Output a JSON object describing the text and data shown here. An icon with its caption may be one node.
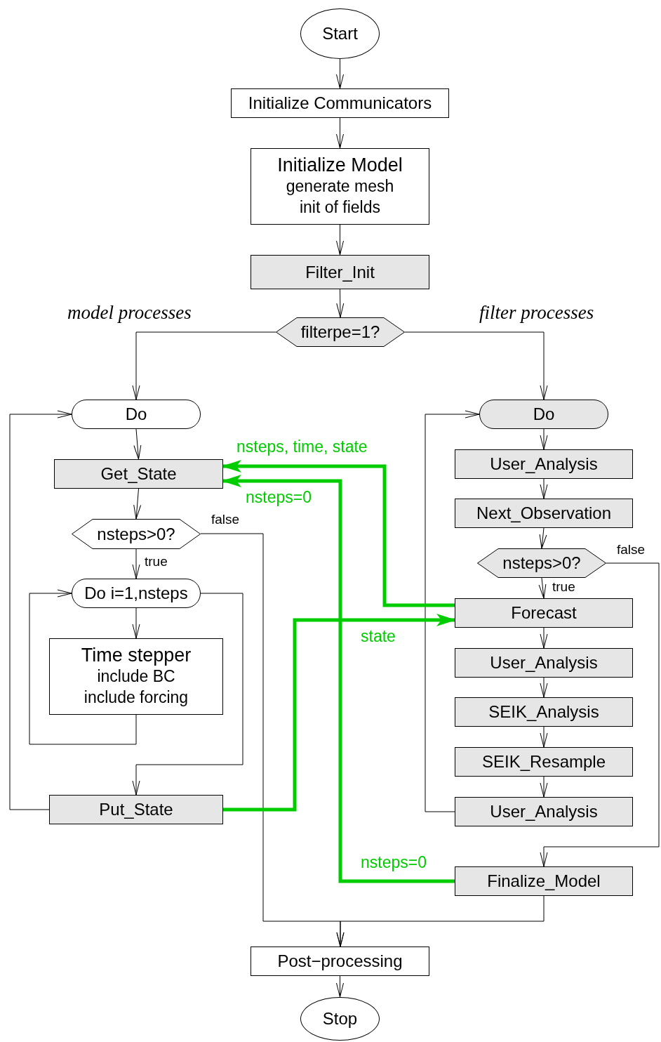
{
  "diagram": {
    "nodes": [
      {
        "text": [
          "Start"
        ]
      },
      {
        "text": [
          "Initialize Communicators"
        ]
      },
      {
        "text": [
          "Initialize Model",
          "generate mesh",
          "init of fields"
        ]
      },
      {
        "text": [
          "Filter_Init"
        ]
      },
      {
        "text": [
          "filterpe=1?"
        ]
      },
      {
        "text": [
          "Do"
        ]
      },
      {
        "text": [
          "Get_State"
        ]
      },
      {
        "text": [
          "nsteps>0?"
        ]
      },
      {
        "text": [
          "Do i=1,nsteps"
        ]
      },
      {
        "text": [
          "Time stepper",
          "include BC",
          "include forcing"
        ]
      },
      {
        "text": [
          "Put_State"
        ]
      },
      {
        "text": [
          "Do"
        ]
      },
      {
        "text": [
          "User_Analysis"
        ]
      },
      {
        "text": [
          "Next_Observation"
        ]
      },
      {
        "text": [
          "nsteps>0?"
        ]
      },
      {
        "text": [
          "Forecast"
        ]
      },
      {
        "text": [
          "User_Analysis"
        ]
      },
      {
        "text": [
          "SEIK_Analysis"
        ]
      },
      {
        "text": [
          "SEIK_Resample"
        ]
      },
      {
        "text": [
          "User_Analysis"
        ]
      },
      {
        "text": [
          "Finalize_Model"
        ]
      },
      {
        "text": [
          "Post−processing"
        ]
      },
      {
        "text": [
          "Stop"
        ]
      }
    ],
    "edges": [
      {
        "from": 0,
        "to": 1,
        "arrow": "to"
      },
      {
        "from": 1,
        "to": 2,
        "arrow": "to"
      },
      {
        "from": 2,
        "to": 3,
        "arrow": "to"
      },
      {
        "from": 3,
        "to": 4,
        "arrow": "to"
      },
      {
        "from": 4,
        "to": 5,
        "arrow": "to"
      },
      {
        "from": 4,
        "to": 11,
        "arrow": "to"
      },
      {
        "from": 5,
        "to": 6,
        "arrow": "to"
      },
      {
        "from": 6,
        "to": 7,
        "arrow": "to"
      },
      {
        "from": 7,
        "to": 8,
        "arrow": "to",
        "label": "true"
      },
      {
        "from": 8,
        "to": 9,
        "arrow": "to"
      },
      {
        "from": 9,
        "to": 8,
        "arrow": "to"
      },
      {
        "from": 8,
        "to": 10,
        "arrow": "to"
      },
      {
        "from": 10,
        "to": 5,
        "arrow": "to"
      },
      {
        "from": 7,
        "to": 21,
        "arrow": "to",
        "label": "false"
      },
      {
        "from": 20,
        "to": 21,
        "arrow": "to"
      },
      {
        "from": 11,
        "to": 12,
        "arrow": "to"
      },
      {
        "from": 12,
        "to": 13,
        "arrow": "to"
      },
      {
        "from": 13,
        "to": 14,
        "arrow": "to"
      },
      {
        "from": 14,
        "to": 15,
        "arrow": "to",
        "label": "true"
      },
      {
        "from": 15,
        "to": 16,
        "arrow": "to"
      },
      {
        "from": 16,
        "to": 17,
        "arrow": "to"
      },
      {
        "from": 17,
        "to": 18,
        "arrow": "to"
      },
      {
        "from": 18,
        "to": 19,
        "arrow": "to"
      },
      {
        "from": 19,
        "to": 11,
        "arrow": "to"
      },
      {
        "from": 14,
        "to": 20,
        "arrow": "to",
        "label": "false"
      },
      {
        "from": 15,
        "to": 6,
        "arrow": "to",
        "label": "nsteps, time, state",
        "style": "thick",
        "color": "#00cc00"
      },
      {
        "from": 20,
        "to": 6,
        "arrow": "to",
        "label": "nsteps=0",
        "style": "thick",
        "color": "#00cc00"
      },
      {
        "from": 10,
        "to": 15,
        "arrow": "to",
        "label": "state",
        "style": "thick",
        "color": "#00cc00"
      },
      {
        "from": 21,
        "to": 22,
        "arrow": "to"
      }
    ],
    "labels": [
      "model processes",
      "filter processes",
      "nsteps=0"
    ]
  }
}
